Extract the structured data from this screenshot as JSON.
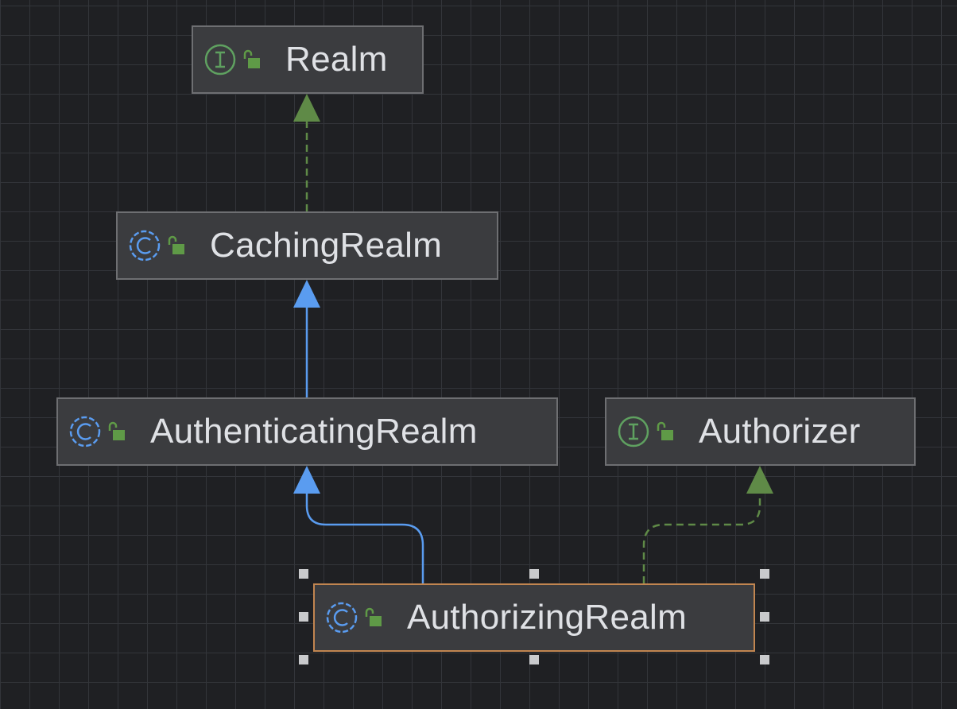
{
  "diagram": {
    "type": "uml-class-hierarchy",
    "colors": {
      "background": "#1f2023",
      "grid": "#33353a",
      "node_fill": "#3b3c3f",
      "node_border": "#6e6f72",
      "selected_border": "#c18550",
      "label": "#dfe1e5",
      "interface_icon": "#5fa160",
      "class_icon": "#5a9cf0",
      "lock_icon": "#5f9a47",
      "extends_edge": "#5a9cf0",
      "implements_edge": "#5f8a47"
    },
    "nodes": [
      {
        "id": "realm",
        "label": "Realm",
        "kind": "interface",
        "icon": "interface-icon",
        "access_icon": "unlocked-lock-icon",
        "selected": false
      },
      {
        "id": "caching",
        "label": "CachingRealm",
        "kind": "abstract-class",
        "icon": "abstract-class-icon",
        "access_icon": "unlocked-lock-icon",
        "selected": false
      },
      {
        "id": "authenticating",
        "label": "AuthenticatingRealm",
        "kind": "abstract-class",
        "icon": "abstract-class-icon",
        "access_icon": "unlocked-lock-icon",
        "selected": false
      },
      {
        "id": "authorizer",
        "label": "Authorizer",
        "kind": "interface",
        "icon": "interface-icon",
        "access_icon": "unlocked-lock-icon",
        "selected": false
      },
      {
        "id": "authorizing",
        "label": "AuthorizingRealm",
        "kind": "abstract-class",
        "icon": "abstract-class-icon",
        "access_icon": "unlocked-lock-icon",
        "selected": true
      }
    ],
    "edges": [
      {
        "from": "caching",
        "to": "realm",
        "relation": "implements",
        "style": "dashed"
      },
      {
        "from": "authenticating",
        "to": "caching",
        "relation": "extends",
        "style": "solid"
      },
      {
        "from": "authorizing",
        "to": "authenticating",
        "relation": "extends",
        "style": "solid"
      },
      {
        "from": "authorizing",
        "to": "authorizer",
        "relation": "implements",
        "style": "dashed"
      }
    ]
  }
}
